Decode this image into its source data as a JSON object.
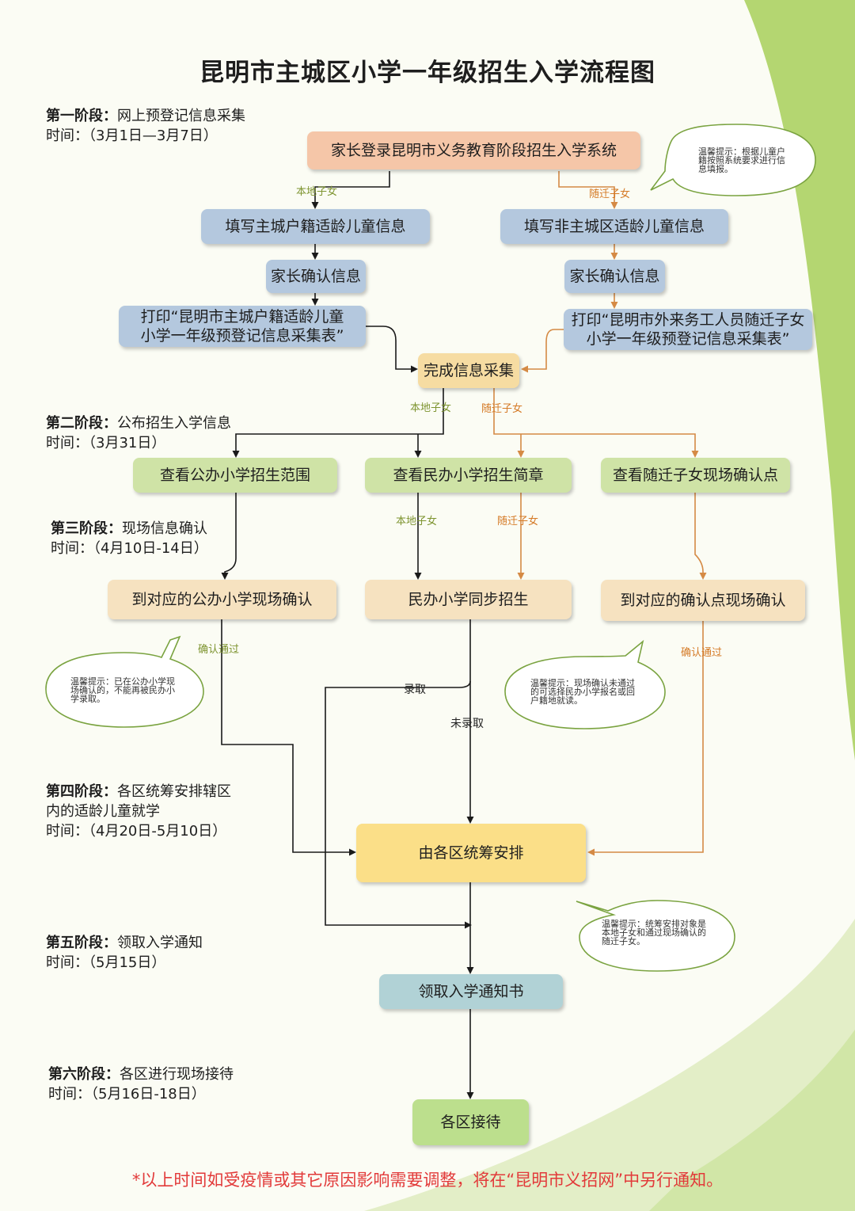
{
  "title": "昆明市主城区小学一年级招生入学流程图",
  "stages": [
    {
      "label": "第一阶段：",
      "desc": "网上预登记信息采集",
      "time": "时间：（3月1日—3月7日）"
    },
    {
      "label": "第二阶段：",
      "desc": "公布招生入学信息",
      "time": "时间：（3月31日）"
    },
    {
      "label": "第三阶段：",
      "desc": "现场信息确认",
      "time": "时间：（4月10日-14日）"
    },
    {
      "label": "第四阶段：",
      "desc": "各区统筹安排辖区",
      "desc2": "内的适龄儿童就学",
      "time": "时间：（4月20日-5月10日）"
    },
    {
      "label": "第五阶段：",
      "desc": "领取入学通知",
      "time": "时间：（5月15日）"
    },
    {
      "label": "第六阶段：",
      "desc": "各区进行现场接待",
      "time": "时间：（5月16日-18日）"
    }
  ],
  "boxes": {
    "login": "家长登录昆明市义务教育阶段招生入学系统",
    "fill_local": "填写主城户籍适龄儿童信息",
    "fill_migrant": "填写非主城区适龄儿童信息",
    "confirm_local": "家长确认信息",
    "confirm_migrant": "家长确认信息",
    "print_local_1": "打印“昆明市主城户籍适龄儿童",
    "print_local_2": "小学一年级预登记信息采集表”",
    "print_migrant_1": "打印“昆明市外来务工人员随迁子女",
    "print_migrant_2": "小学一年级预登记信息采集表”",
    "collect_done": "完成信息采集",
    "public_range": "查看公办小学招生范围",
    "private_brochure": "查看民办小学招生简章",
    "migrant_points": "查看随迁子女现场确认点",
    "public_confirm": "到对应的公办小学现场确认",
    "private_enroll": "民办小学同步招生",
    "point_confirm": "到对应的确认点现场确认",
    "district_arrange": "由各区统筹安排",
    "notice": "领取入学通知书",
    "reception": "各区接待"
  },
  "labels": {
    "local": "本地子女",
    "migrant": "随迁子女",
    "confirm_pass": "确认通过",
    "admitted": "录取",
    "not_admitted": "未录取"
  },
  "tips": {
    "tip1": "温馨提示：根据儿童户籍按照系统要求进行信息填报。",
    "tip2": "温馨提示：已在公办小学现场确认的，不能再被民办小学录取。",
    "tip3": "温馨提示：现场确认未通过的可选择民办小学报名或回户籍地就读。",
    "tip4": "温馨提示：统筹安排对象是本地子女和通过现场确认的随迁子女。"
  },
  "footnote": "*以上时间如受疫情或其它原因影响需要调整，将在“昆明市义招网”中另行通知。",
  "colors": {
    "black_line": "#1a1a1a",
    "orange_line": "#d58a45",
    "olive_label": "#7e9430",
    "orange_label": "#d57a26",
    "footnote": "#e23a3a"
  }
}
